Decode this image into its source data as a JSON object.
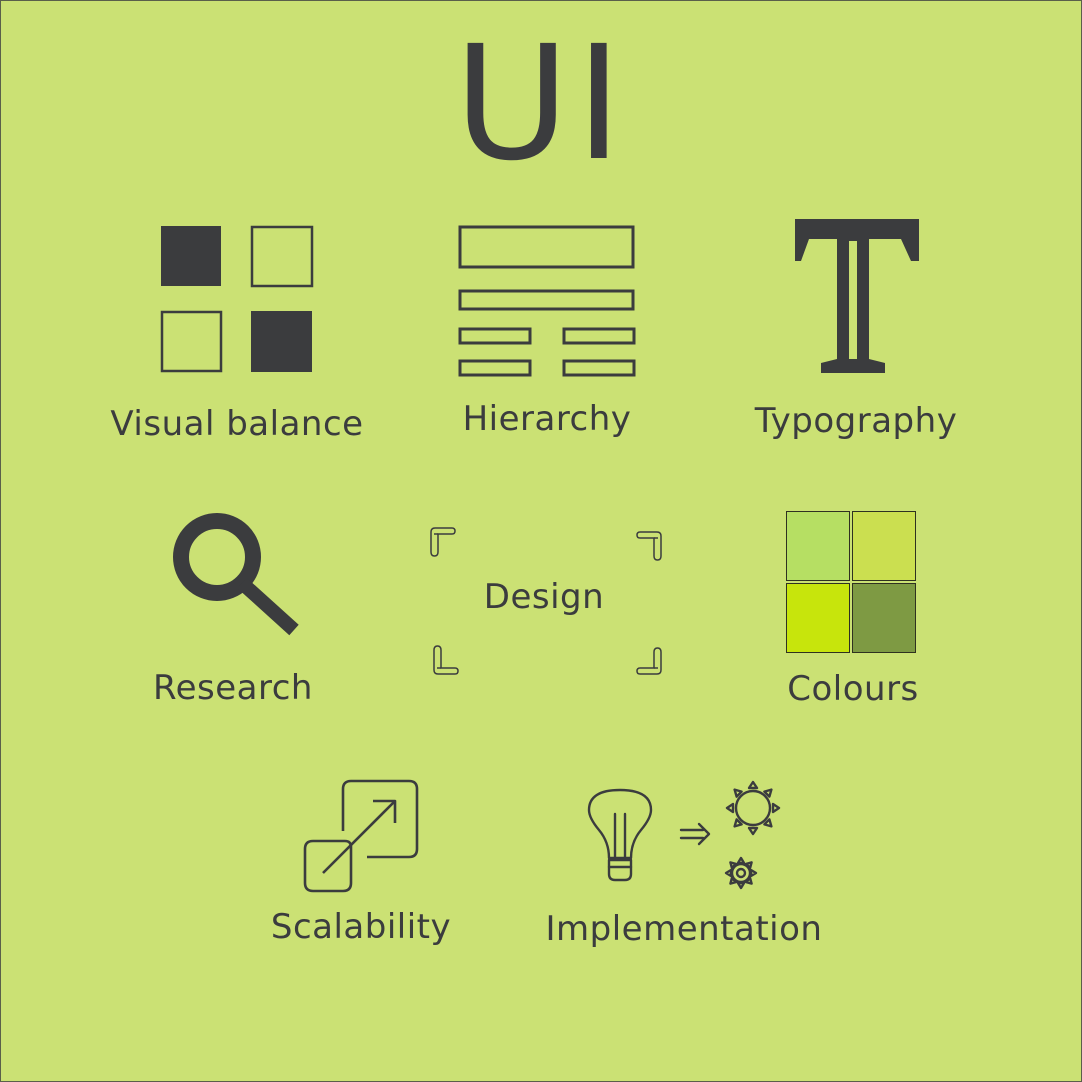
{
  "title": "UI",
  "labels": {
    "visual_balance": "Visual balance",
    "hierarchy": "Hierarchy",
    "typography": "Typography",
    "research": "Research",
    "design": "Design",
    "colours": "Colours",
    "scalability": "Scalability",
    "implementation": "Implementation"
  },
  "colours": {
    "background": "#cbe174",
    "ink": "#3b3c3e",
    "swatches": [
      "#b6df63",
      "#cbdf50",
      "#c7e50c",
      "#7e9a43"
    ]
  },
  "icons": {
    "visual_balance": "grid-squares-icon",
    "hierarchy": "layout-bars-icon",
    "typography": "letter-t-icon",
    "research": "magnifier-icon",
    "design": "frame-corners-icon",
    "colours": "colour-palette-icon",
    "scalability": "scale-arrow-icon",
    "implementation": "lightbulb-gears-icon"
  }
}
